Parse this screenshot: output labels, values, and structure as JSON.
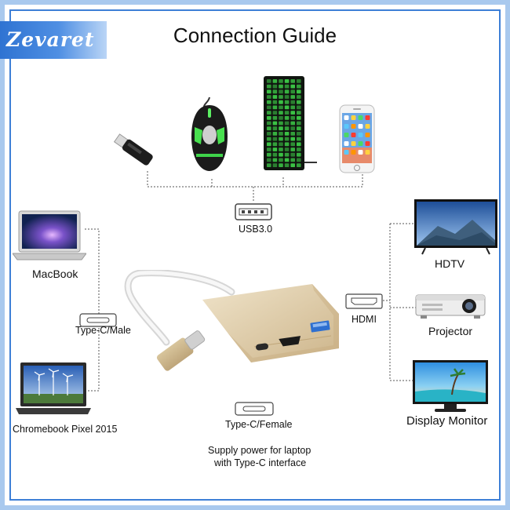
{
  "brand": "Zevaret",
  "title": "Connection Guide",
  "ports": {
    "usb": "USB3.0",
    "hdmi": "HDMI",
    "type_c_male": "Type-C/Male",
    "type_c_female": "Type-C/Female"
  },
  "devices": {
    "macbook": "MacBook",
    "chromebook": "Chromebook Pixel 2015",
    "hdtv": "HDTV",
    "projector": "Projector",
    "monitor": "Display Monitor"
  },
  "supply_note": {
    "line1": "Supply power for laptop",
    "line2": "with Type-C interface"
  },
  "colors": {
    "frame": "#3d7fd6",
    "frame_light": "#a9c9ee",
    "hub": "#d9c7a3",
    "keyboard_glow": "#3fd34a"
  },
  "icons": [
    "usb-flash-drive-icon",
    "gaming-mouse-icon",
    "keyboard-icon",
    "smartphone-icon",
    "macbook-icon",
    "chromebook-icon",
    "hdtv-icon",
    "projector-icon",
    "monitor-icon",
    "usb-c-hub-icon"
  ]
}
